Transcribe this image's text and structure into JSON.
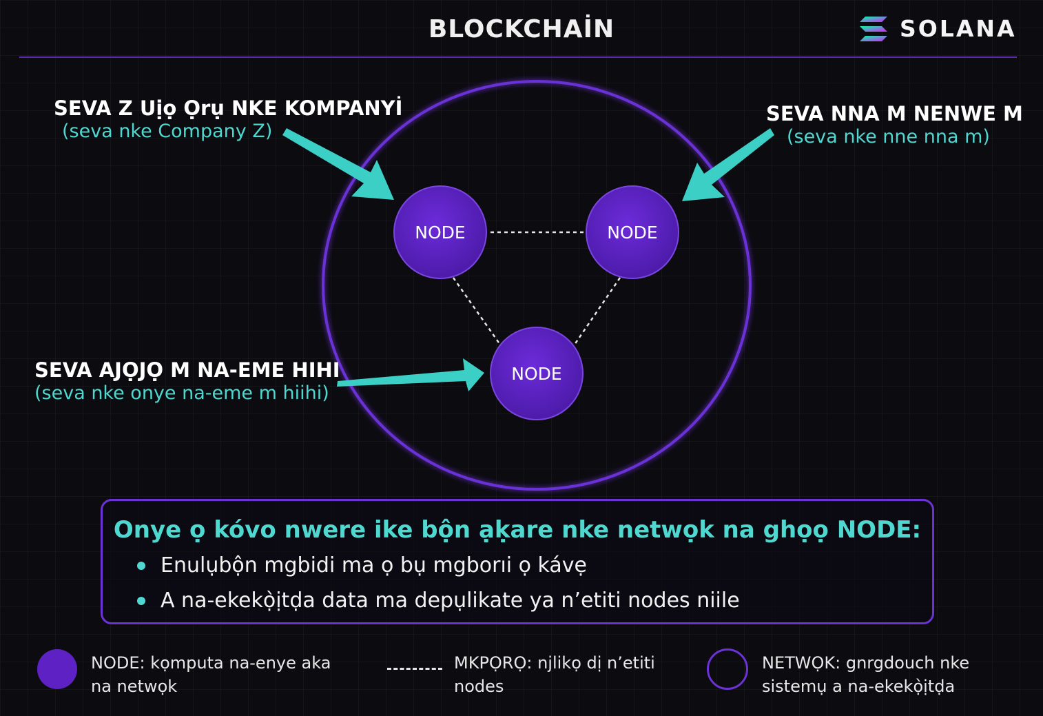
{
  "header": {
    "title": "BLOCKCHAİN",
    "brand": "SOLANA"
  },
  "diagram": {
    "nodes": [
      {
        "label": "NODE"
      },
      {
        "label": "NODE"
      },
      {
        "label": "NODE"
      }
    ],
    "callouts": [
      {
        "main": "SEVA Z Uịọ Ọrụ NKE KOMPANYİ",
        "sub": "(seva nke Company Z)"
      },
      {
        "main": "SEVA NNA M NENWE M",
        "sub": "(seva nke nne nna m)"
      },
      {
        "main": "SEVA AJỌJỌ M NA-EME HIHI",
        "sub": "(seva nke onye na-eme m hiihi)"
      }
    ]
  },
  "info": {
    "heading": "Onye ọ kóvo nwere ike bộn ạḳare nke netwọk na ghọọ NODE:",
    "bullets": [
      "Enulụbộn mgbidi ma ọ bụ mgborıi ọ kávẹ",
      "A na-ekekọ̀ịtḍa data ma depụlikate ya n’etiti nodes niile"
    ]
  },
  "legend": [
    {
      "icon": "node-circle-icon",
      "line1": "NODE: kọmputa na-enye aka",
      "line2": "na netwọk"
    },
    {
      "icon": "dotted-line-icon",
      "line1": "MKPỌRỌ: njlikọ dị n’etiti",
      "line2": "nodes"
    },
    {
      "icon": "network-ring-icon",
      "line1": "NETWỌK: gnrgdouch nke",
      "line2": "sistemụ a na-ekekọ̀ịtḍa"
    }
  ],
  "colors": {
    "accent": "#4fd8d0",
    "node": "#5e22c4",
    "ring": "#6b32d6"
  }
}
